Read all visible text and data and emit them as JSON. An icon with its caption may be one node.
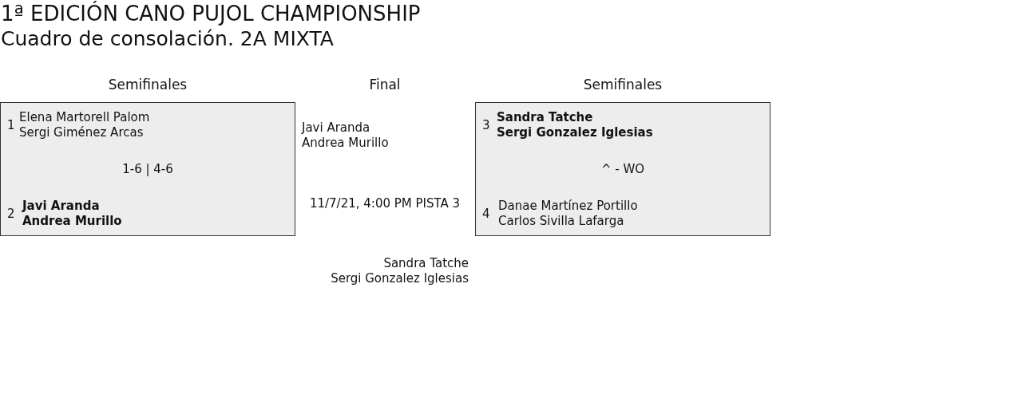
{
  "diagram": {
    "title": "1ª EDICIÓN CANO PUJOL CHAMPIONSHIP",
    "nodes": [
      {
        "text": [
          "1",
          "Elena Martorell Palom",
          "Sergi Giménez Arcas",
          "1-6 | 4-6",
          "2",
          "Javi Aranda",
          "Andrea Murillo"
        ]
      },
      {
        "text": [
          "3",
          "Sandra Tatche",
          "Sergi Gonzalez Iglesias",
          "^ - WO",
          "4",
          "Danae Martínez Portillo",
          "Carlos Sivilla Lafarga"
        ]
      }
    ],
    "labels": [
      "Cuadro de consolación. 2A MIXTA",
      "Semifinales",
      "Final",
      "Semifinales",
      "Javi Aranda",
      "Andrea Murillo",
      "11/7/21, 4:00 PM PISTA 3",
      "Sandra Tatche",
      "Sergi Gonzalez Iglesias"
    ]
  }
}
